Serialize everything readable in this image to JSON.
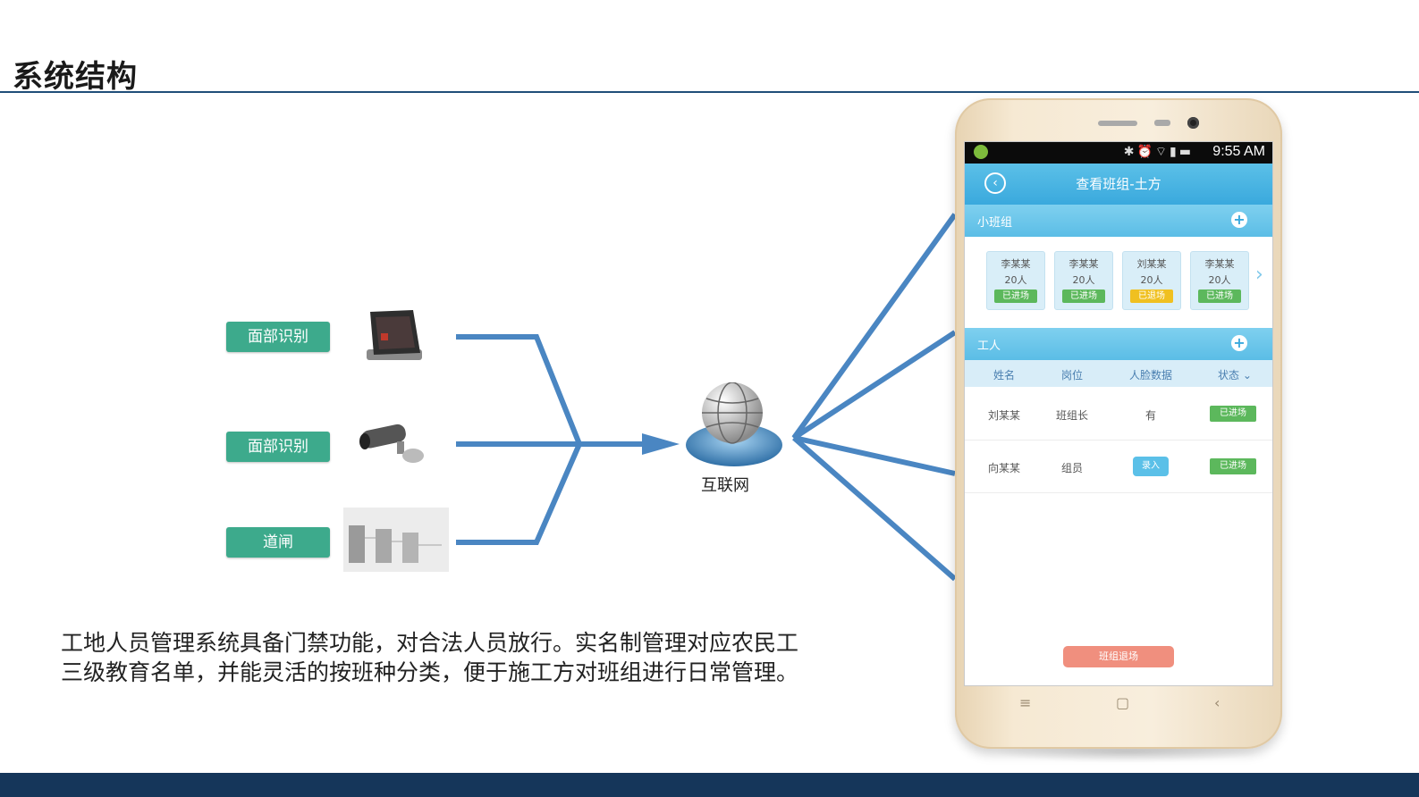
{
  "page": {
    "title": "系统结构"
  },
  "devices": [
    {
      "label": "面部识别",
      "icon": "face-terminal-icon"
    },
    {
      "label": "面部识别",
      "icon": "security-camera-icon"
    },
    {
      "label": "道闸",
      "icon": "turnstile-gate-icon"
    }
  ],
  "network": {
    "label": "互联网",
    "icon": "globe-icon"
  },
  "caption": {
    "line1": "工地人员管理系统具备门禁功能，对合法人员放行。实名制管理对应农民工",
    "line2": "三级教育名单，并能灵活的按班种分类，便于施工方对班组进行日常管理。"
  },
  "phone": {
    "status_time": "9:55 AM",
    "app_title": "查看班组-土方",
    "group_section": "小班组",
    "groups": [
      {
        "name": "李某某",
        "count": "20人",
        "status": "已进场",
        "status_color": "#5cb85c"
      },
      {
        "name": "李某某",
        "count": "20人",
        "status": "已进场",
        "status_color": "#5cb85c"
      },
      {
        "name": "刘某某",
        "count": "20人",
        "status": "已退场",
        "status_color": "#f0c020"
      },
      {
        "name": "李某某",
        "count": "20人",
        "status": "已进场",
        "status_color": "#5cb85c"
      }
    ],
    "worker_section": "工人",
    "columns": [
      "姓名",
      "岗位",
      "人脸数据",
      "状态"
    ],
    "workers": [
      {
        "name": "刘某某",
        "role": "班组长",
        "face": "有",
        "status": "已进场"
      },
      {
        "name": "向某某",
        "role": "组员",
        "face": "录入",
        "status": "已进场"
      }
    ],
    "leave_button": "班组退场"
  },
  "colors": {
    "accent": "#3aa9dd",
    "green_label": "#3daa8c",
    "connector": "#4a86c2",
    "footer": "#15365a"
  }
}
